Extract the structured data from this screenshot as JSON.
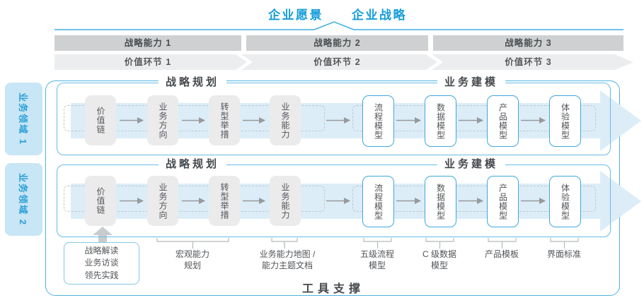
{
  "header": {
    "vision": "企业愿景",
    "strategy": "企业战略"
  },
  "strategic_capabilities": [
    {
      "label": "战略能力 1"
    },
    {
      "label": "战略能力 2"
    },
    {
      "label": "战略能力 3"
    }
  ],
  "value_chain_links": [
    {
      "label": "价值环节 1"
    },
    {
      "label": "价值环节 2"
    },
    {
      "label": "价值环节 3"
    }
  ],
  "business_domains": [
    {
      "label": "业务领域 1"
    },
    {
      "label": "业务领域 2"
    }
  ],
  "lanes": [
    {
      "planning_title": "战略规划",
      "modeling_title": "业务建模",
      "planning_steps": [
        "价值链",
        "业务方向",
        "转型举措",
        "业务能力"
      ],
      "modeling_steps": [
        "流程模型",
        "数据模型",
        "产品模型",
        "体验模型"
      ]
    },
    {
      "planning_title": "战略规划",
      "modeling_title": "业务建模",
      "planning_steps": [
        "价值链",
        "业务方向",
        "转型举措",
        "业务能力"
      ],
      "modeling_steps": [
        "流程模型",
        "数据模型",
        "产品模型",
        "体验模型"
      ]
    }
  ],
  "inputs_note": "战略解读\n业务访谈\n领先实践",
  "deliverables": [
    {
      "label": "宏观能力\n规划"
    },
    {
      "label": "业务能力地图 /\n能力主题文档"
    },
    {
      "label": "五级流程\n模型"
    },
    {
      "label": "C 级数据\n模型"
    },
    {
      "label": "产品模板"
    },
    {
      "label": "界面标准"
    }
  ],
  "footer": {
    "tool_support": "工具支撑"
  },
  "colors": {
    "accent_blue": "#149DDB",
    "panel_border": "#66BCE5",
    "container_border": "#4FB3E0",
    "band_fill": "#DCEDF8",
    "bar_fill": "#CFD0D1",
    "chevron_fill": "#ECEDEE",
    "gray_box_fill": "#EBEBEC",
    "sidebar_fill": "#C8E6F5",
    "dark_text": "#45494D",
    "gray_text": "#515458"
  }
}
